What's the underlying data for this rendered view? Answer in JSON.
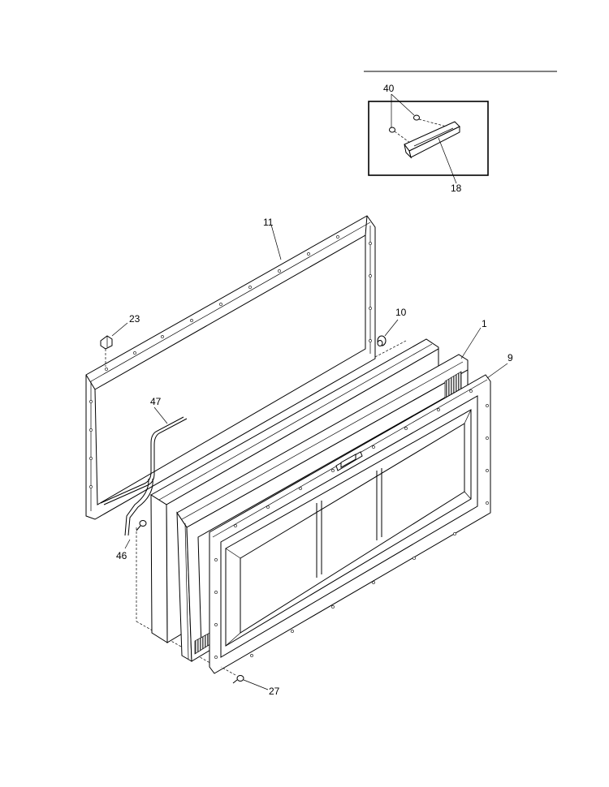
{
  "diagram": {
    "callouts": {
      "c40": "40",
      "c18": "18",
      "c11": "11",
      "c23": "23",
      "c10": "10",
      "c1": "1",
      "c9": "9",
      "c47": "47",
      "c46": "46",
      "c27": "27"
    }
  }
}
